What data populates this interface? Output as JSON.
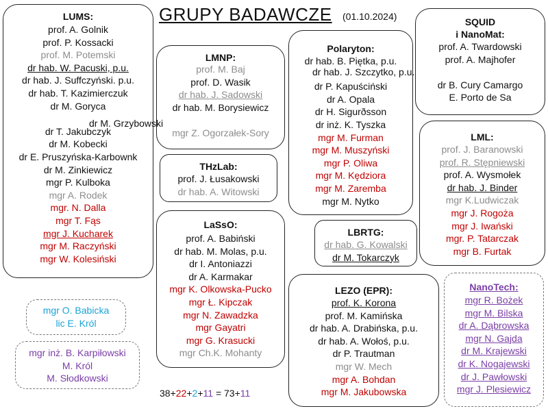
{
  "title": "GRUPY BADAWCZE",
  "date": "(01.10.2024)",
  "groups": {
    "lums": {
      "title": "LUMS:",
      "members": [
        {
          "t": "prof. A. Golnik",
          "c": "k"
        },
        {
          "t": "prof. P. Kossacki",
          "c": "k"
        },
        {
          "t": "prof. M. Potemski",
          "c": "g"
        },
        {
          "t": "dr hab. W. Pacuski, p.u.",
          "c": "k",
          "u": true
        },
        {
          "t": "dr hab. J. Suffczyński. p.u.",
          "c": "k"
        },
        {
          "t": "dr hab. T. Kazimierczuk",
          "c": "k"
        },
        {
          "t": "dr M. Goryca",
          "c": "k"
        },
        {
          "t": "",
          "c": "k"
        },
        {
          "t": "dr T. Jakubczyk",
          "c": "k"
        },
        {
          "t": "dr M. Kobecki",
          "c": "k"
        },
        {
          "t": "dr E. Pruszyńska-Karbownk",
          "c": "k",
          "s": true
        },
        {
          "t": "dr M. Zinkiewicz",
          "c": "k"
        },
        {
          "t": "mgr P. Kulboka",
          "c": "k"
        },
        {
          "t": "mgr A. Rodek",
          "c": "g"
        },
        {
          "t": "mgr. N. Dalla",
          "c": "r"
        },
        {
          "t": "mgr T. Fąs",
          "c": "r"
        },
        {
          "t": "mgr J. Kucharek",
          "c": "r",
          "u": true
        },
        {
          "t": "mgr M. Raczyński",
          "c": "r"
        },
        {
          "t": "mgr W. Kolesiński",
          "c": "r"
        }
      ]
    },
    "lmnp": {
      "title": "LMNP:",
      "members": [
        {
          "t": "prof. M. Baj",
          "c": "g"
        },
        {
          "t": "prof. D. Wasik",
          "c": "k"
        },
        {
          "t": "dr hab. J. Sadowski",
          "c": "g",
          "u": true
        },
        {
          "t": "dr hab. M. Borysiewicz",
          "c": "k"
        },
        {
          "t": "",
          "c": "k"
        },
        {
          "t": "mgr Z. Ogorzałek-Sory",
          "c": "g"
        }
      ]
    },
    "thzlab": {
      "title": "THzLab:",
      "members": [
        {
          "t": "prof. J. Łusakowski",
          "c": "k"
        },
        {
          "t": "dr hab. A. Witowski",
          "c": "g"
        }
      ]
    },
    "lasso": {
      "title": "LaSsO:",
      "members": [
        {
          "t": "prof. A. Babiński",
          "c": "k"
        },
        {
          "t": "dr hab. M. Molas, p.u.",
          "c": "k"
        },
        {
          "t": "dr I. Antoniazzi",
          "c": "k"
        },
        {
          "t": "dr A. Karmakar",
          "c": "k"
        },
        {
          "t": "mgr K. Olkowska-Pucko",
          "c": "r"
        },
        {
          "t": "mgr Ł. Kipczak",
          "c": "r"
        },
        {
          "t": "mgr N. Zawadzka",
          "c": "r"
        },
        {
          "t": "mgr Gayatri",
          "c": "r"
        },
        {
          "t": "mgr G. Krasucki",
          "c": "r"
        },
        {
          "t": "mgr Ch.K. Mohanty",
          "c": "g"
        }
      ]
    },
    "polaryton": {
      "title": "Polaryton:",
      "members": [
        {
          "t": "dr hab. B. Piętka, p.u.",
          "c": "k"
        },
        {
          "t": "",
          "c": "k"
        },
        {
          "t": "dr P. Kapuściński",
          "c": "k"
        },
        {
          "t": "dr A. Opala",
          "c": "k"
        },
        {
          "t": "dr H. Sigurðsson",
          "c": "k"
        },
        {
          "t": "dr inż. K. Tyszka",
          "c": "k"
        },
        {
          "t": "mgr M. Furman",
          "c": "r"
        },
        {
          "t": "mgr M. Muszyński",
          "c": "r"
        },
        {
          "t": "mgr P. Oliwa",
          "c": "r"
        },
        {
          "t": "mgr M. Kędziora",
          "c": "r"
        },
        {
          "t": "mgr M. Zaremba",
          "c": "r"
        },
        {
          "t": "mgr M. Nytko",
          "c": "k"
        }
      ]
    },
    "lbrtg": {
      "title": "LBRTG:",
      "members": [
        {
          "t": "dr hab. G. Kowalski",
          "c": "g",
          "u": true
        },
        {
          "t": "dr M. Tokarczyk",
          "c": "k",
          "u": true
        }
      ]
    },
    "lezo": {
      "title": "LEZO (EPR):",
      "members": [
        {
          "t": "prof. K. Korona",
          "c": "k",
          "u": true
        },
        {
          "t": "prof. M. Kamińska",
          "c": "k"
        },
        {
          "t": "dr hab. A. Drabińska, p.u.",
          "c": "k"
        },
        {
          "t": "dr hab. A. Wołoś, p.u.",
          "c": "k"
        },
        {
          "t": "dr P. Trautman",
          "c": "k"
        },
        {
          "t": "mgr W. Mech",
          "c": "g"
        },
        {
          "t": "mgr A. Bohdan",
          "c": "r"
        },
        {
          "t": "mgr M. Jakubowska",
          "c": "r"
        }
      ]
    },
    "squid": {
      "title": "SQUID",
      "title2": "i NanoMat:",
      "members": [
        {
          "t": "prof. A. Twardowski",
          "c": "k"
        },
        {
          "t": "prof. A. Majhofer",
          "c": "k"
        },
        {
          "t": "",
          "c": "k"
        },
        {
          "t": "dr B. Cury Camargo",
          "c": "k"
        },
        {
          "t": "E. Porto de Sa",
          "c": "k"
        }
      ]
    },
    "lml": {
      "title": "LML:",
      "members": [
        {
          "t": "prof. J. Baranowski",
          "c": "g"
        },
        {
          "t": "prof. R. Stępniewski",
          "c": "g",
          "u": true
        },
        {
          "t": "prof. A. Wysmołek",
          "c": "k"
        },
        {
          "t": "dr hab. J. Binder",
          "c": "k",
          "u": true
        },
        {
          "t": "mgr K.Ludwiczak",
          "c": "g"
        },
        {
          "t": "mgr J. Rogoża",
          "c": "r"
        },
        {
          "t": "mgr J. Iwański",
          "c": "r"
        },
        {
          "t": "mgr. P. Tatarczak",
          "c": "r"
        },
        {
          "t": "mgr B. Furtak",
          "c": "r"
        }
      ]
    },
    "nanotech": {
      "title": "NanoTech:",
      "members": [
        {
          "t": "mgr R. Bożek",
          "c": "p",
          "u": true
        },
        {
          "t": "mgr M. Bilska",
          "c": "p",
          "u": true
        },
        {
          "t": "dr A. Dąbrowska",
          "c": "p",
          "u": true
        },
        {
          "t": "mgr N. Gajda",
          "c": "p",
          "u": true
        },
        {
          "t": "dr M. Krajewski",
          "c": "p",
          "u": true
        },
        {
          "t": "dr K. Nogajewski",
          "c": "p",
          "u": true
        },
        {
          "t": "dr J. Pawłowski",
          "c": "p",
          "u": true
        },
        {
          "t": "mgr J. Plesiewicz",
          "c": "p",
          "u": true
        }
      ]
    },
    "phd_blue": {
      "members": [
        {
          "t": "mgr O. Babicka",
          "c": "b"
        },
        {
          "t": "lic E. Król",
          "c": "b"
        }
      ]
    },
    "phd_purple": {
      "members": [
        {
          "t": "mgr inż. B. Karpiłowski",
          "c": "p"
        },
        {
          "t": "M. Król",
          "c": "p"
        },
        {
          "t": "M. Słodkowski",
          "c": "p"
        }
      ]
    }
  },
  "overlaps": {
    "grzybowski": "dr M. Grzybowski",
    "szczytko": "dr hab. J. Szczytko, p.u."
  },
  "summary": {
    "n1": "38",
    "plus1": "+",
    "n2": "22",
    "plus2": "+",
    "n3": "2",
    "plus3": "+",
    "n4": "11",
    "eq": " = 73+",
    "n5": "11"
  },
  "colors": {
    "black": "#111111",
    "gray": "#8c8c8c",
    "red": "#c00000",
    "blue": "#1ba3d6",
    "purple": "#7a3ea6"
  }
}
